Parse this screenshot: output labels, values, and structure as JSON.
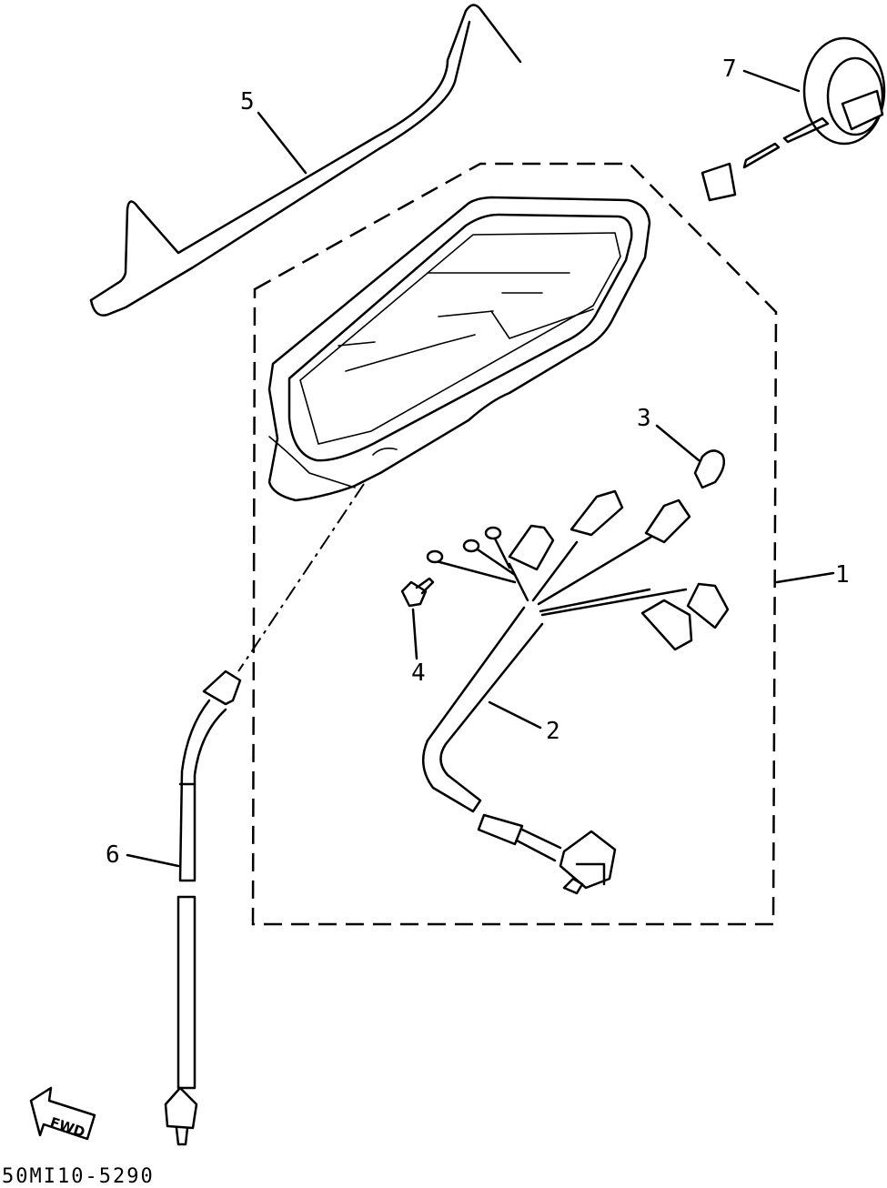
{
  "callouts": [
    {
      "id": "1",
      "label": "1"
    },
    {
      "id": "2",
      "label": "2"
    },
    {
      "id": "3",
      "label": "3"
    },
    {
      "id": "4",
      "label": "4"
    },
    {
      "id": "5",
      "label": "5"
    },
    {
      "id": "6",
      "label": "6"
    },
    {
      "id": "7",
      "label": "7"
    }
  ],
  "fwd_label": "FWD",
  "drawing_code": "50MI10-5290"
}
